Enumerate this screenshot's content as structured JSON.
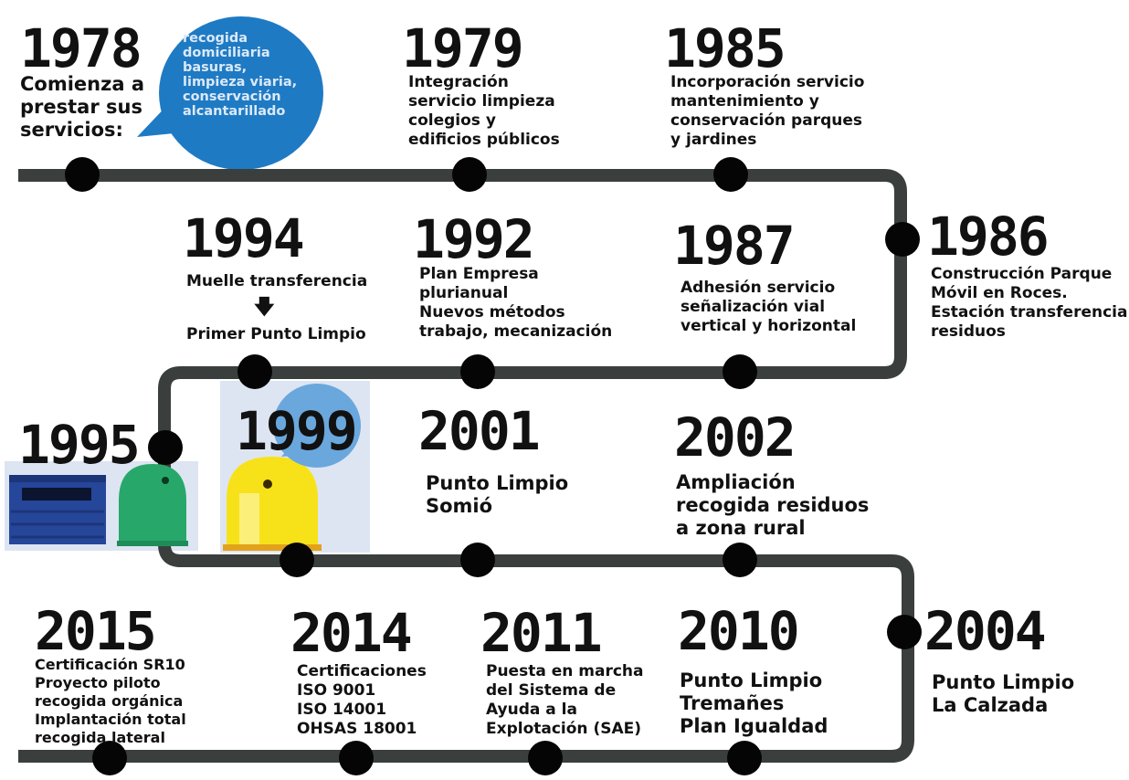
{
  "events": [
    {
      "id": "1978",
      "year": "1978",
      "lines": [
        "Comienza a",
        "prestar sus",
        "servicios:"
      ],
      "bubble": [
        "recogida",
        "domiciliaria",
        "basuras,",
        "limpieza viaria,",
        "conservación",
        "alcantarillado"
      ]
    },
    {
      "id": "1979",
      "year": "1979",
      "lines": [
        "Integración",
        "servicio limpieza",
        "colegios y",
        "edificios públicos"
      ]
    },
    {
      "id": "1985",
      "year": "1985",
      "lines": [
        "Incorporación servicio",
        "mantenimiento y",
        "conservación parques",
        "y jardines"
      ]
    },
    {
      "id": "1986",
      "year": "1986",
      "lines": [
        "Construcción Parque",
        "Móvil en Roces.",
        "Estación transferencia",
        "residuos"
      ]
    },
    {
      "id": "1987",
      "year": "1987",
      "lines": [
        "Adhesión servicio",
        "señalización vial",
        "vertical y horizontal"
      ]
    },
    {
      "id": "1992",
      "year": "1992",
      "lines": [
        "Plan Empresa",
        "plurianual",
        "Nuevos métodos",
        "trabajo, mecanización"
      ]
    },
    {
      "id": "1994",
      "year": "1994",
      "lines": [
        "Muelle transferencia",
        "Primer Punto Limpio"
      ]
    },
    {
      "id": "1995",
      "year": "1995",
      "lines": []
    },
    {
      "id": "1999",
      "year": "1999",
      "lines": []
    },
    {
      "id": "2001",
      "year": "2001",
      "lines": [
        "Punto Limpio",
        "Somió"
      ]
    },
    {
      "id": "2002",
      "year": "2002",
      "lines": [
        "Ampliación",
        "recogida residuos",
        "a zona rural"
      ]
    },
    {
      "id": "2004",
      "year": "2004",
      "lines": [
        "Punto Limpio",
        "La Calzada"
      ]
    },
    {
      "id": "2010",
      "year": "2010",
      "lines": [
        "Punto Limpio",
        "Tremañes",
        "Plan Igualdad"
      ]
    },
    {
      "id": "2011",
      "year": "2011",
      "lines": [
        "Puesta en marcha",
        "del Sistema de",
        "Ayuda a la",
        "Explotación (SAE)"
      ]
    },
    {
      "id": "2014",
      "year": "2014",
      "lines": [
        "Certificaciones",
        "ISO 9001",
        "ISO 14001",
        "OHSAS 18001"
      ]
    },
    {
      "id": "2015",
      "year": "2015",
      "lines": [
        "Certificación SR10",
        "Proyecto piloto",
        "recogida orgánica",
        "Implantación total",
        "recogida lateral"
      ]
    }
  ],
  "colors": {
    "track": "#3a3f3d",
    "dot": "#050505",
    "bubble_dark": "#1f7ac4",
    "bubble_light": "#6aa7dd",
    "container_blue": "#26469a",
    "container_green": "#27a86a",
    "container_yellow": "#f7e21a",
    "panel_bg": "#dde5f2"
  },
  "icons": [
    "speech-bubble-icon",
    "blue-container-icon",
    "green-igloo-container-icon",
    "yellow-igloo-container-icon",
    "down-arrow-icon"
  ]
}
